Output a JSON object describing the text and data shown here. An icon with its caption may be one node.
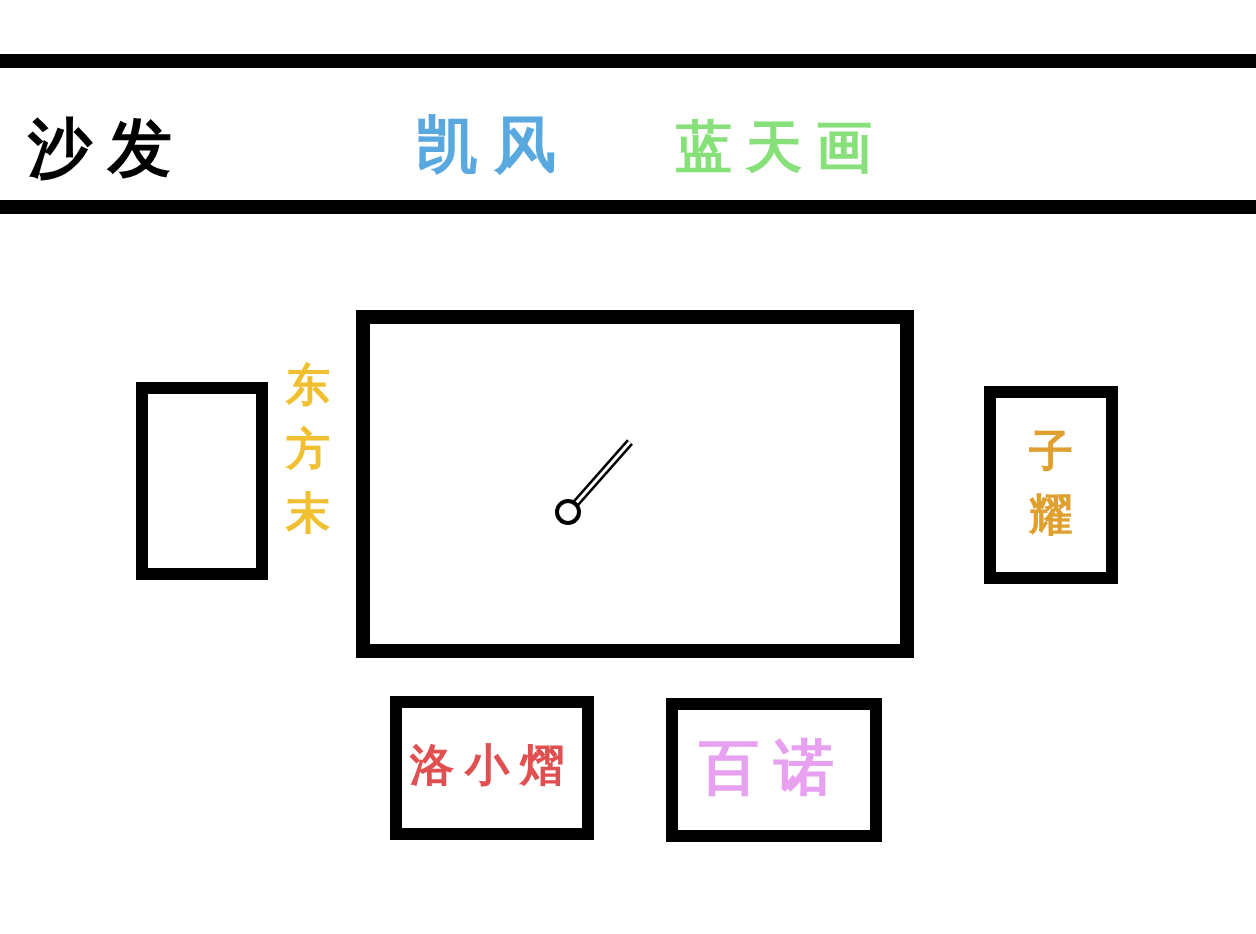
{
  "diagram": {
    "nodes": [
      {
        "text": [
          "沙发",
          "凯风",
          "蓝天画"
        ]
      },
      {
        "text": [],
        "shape": "box",
        "beside": [
          "东方末"
        ]
      },
      {
        "text": [],
        "shape": "box"
      },
      {
        "text": [
          "子耀"
        ]
      },
      {
        "text": [
          "洛小熠"
        ]
      },
      {
        "text": [
          "百诺"
        ]
      }
    ],
    "edges": []
  }
}
